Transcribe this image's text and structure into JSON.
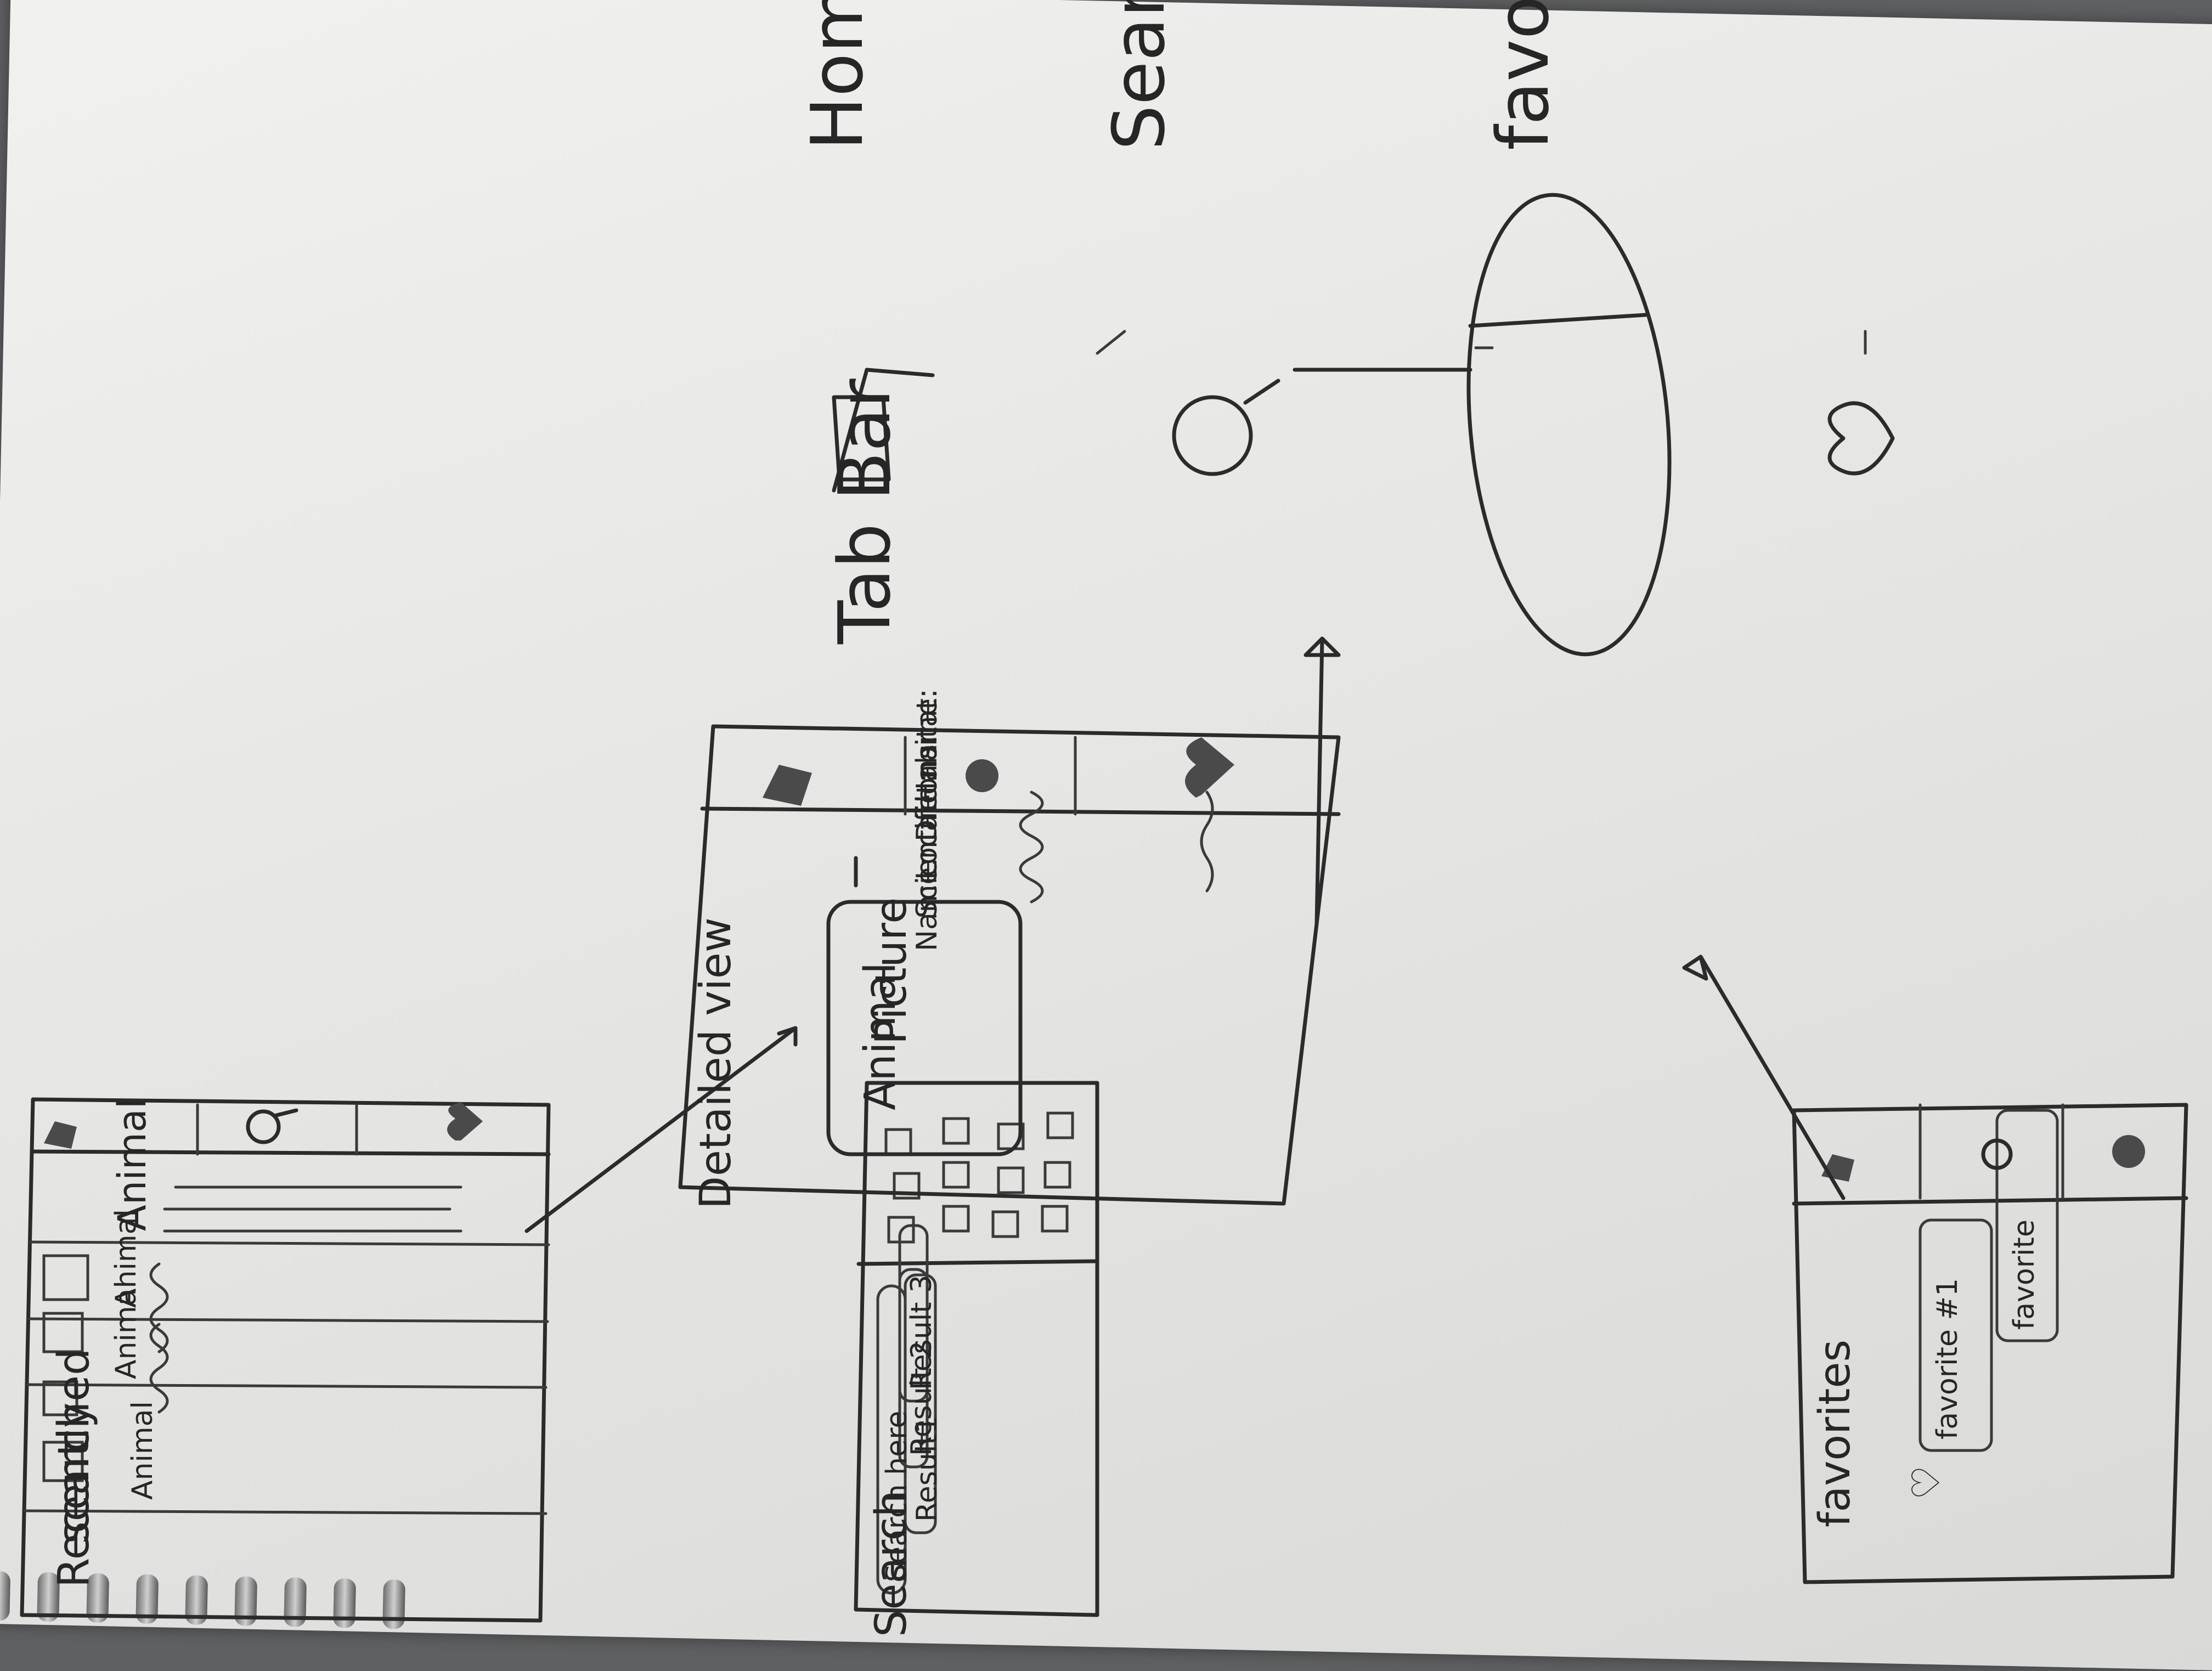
{
  "home_screen": {
    "title_line1": "Recently",
    "title_line2": "searched",
    "items": [
      "Animal",
      "Animal",
      "Animal",
      "Animal"
    ]
  },
  "search_screen": {
    "title": "Search",
    "search_placeholder": "Search here",
    "results": [
      "Result1",
      "Result 2",
      "Result 3"
    ]
  },
  "favorites_screen": {
    "title": "favorites",
    "items": [
      "favorite #1",
      "favorite"
    ]
  },
  "detail_screen": {
    "title": "Detailed view",
    "picture_line1": "Animal",
    "picture_line2": "Picture",
    "fields": [
      "Name:",
      "Scientific name:",
      "Locations:",
      "Diet:",
      "Habitat:"
    ]
  },
  "tab_bar": {
    "title": "Tab Bar",
    "tabs": [
      {
        "label": "Home",
        "icon": "home-icon"
      },
      {
        "label": "Search",
        "icon": "search-icon"
      },
      {
        "label": "favorites",
        "icon": "heart-icon"
      }
    ]
  }
}
